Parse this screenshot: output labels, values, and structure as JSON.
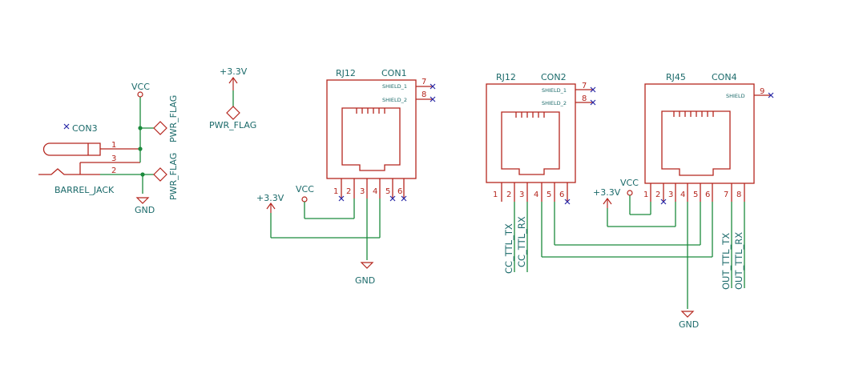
{
  "schematic": {
    "barrel_jack": {
      "value": "BARREL_JACK",
      "ref": "CON3",
      "pins": [
        "1",
        "3",
        "2"
      ],
      "vcc": "VCC",
      "gnd": "GND",
      "pwr_flag_a": "PWR_FLAG",
      "pwr_flag_b": "PWR_FLAG"
    },
    "standalone_flag": {
      "rail": "+3.3V",
      "flag": "PWR_FLAG"
    },
    "con1": {
      "value": "RJ12",
      "ref": "CON1",
      "shield1": "SHIELD_1",
      "shield2": "SHIELD_2",
      "pin7": "7",
      "pin8": "8",
      "pins": [
        "1",
        "2",
        "3",
        "4",
        "5",
        "6"
      ],
      "vcc": "VCC",
      "rail": "+3.3V",
      "gnd": "GND"
    },
    "con2": {
      "value": "RJ12",
      "ref": "CON2",
      "shield1": "SHIELD_1",
      "shield2": "SHIELD_2",
      "pin7": "7",
      "pin8": "8",
      "pins": [
        "1",
        "2",
        "3",
        "4",
        "5",
        "6"
      ],
      "net_tx": "CC_TTL_TX",
      "net_rx": "CC_TTL_RX"
    },
    "con4": {
      "value": "RJ45",
      "ref": "CON4",
      "shield": "SHIELD",
      "pin9": "9",
      "pins": [
        "1",
        "2",
        "3",
        "4",
        "5",
        "6",
        "7",
        "8"
      ],
      "vcc": "VCC",
      "rail": "+3.3V",
      "gnd": "GND",
      "net_tx": "OUT_TTL_TX",
      "net_rx": "OUT_TTL_RX"
    }
  },
  "colors": {
    "wire": "#1b8a3c",
    "component": "#b5261e",
    "label": "#1b6a6a",
    "no_connect": "#2a2aa8"
  }
}
